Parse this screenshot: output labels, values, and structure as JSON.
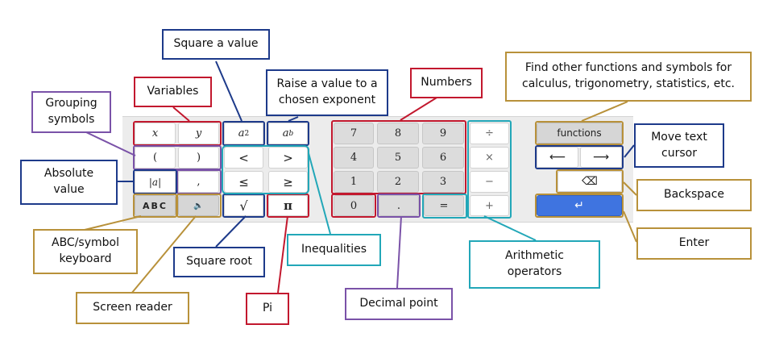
{
  "keys": {
    "x": "x",
    "y": "y",
    "a_sq": "a",
    "a_sq_sup": "2",
    "a_b": "a",
    "a_b_sup": "b",
    "open_paren": "(",
    "close_paren": ")",
    "abs": "|a|",
    "comma": ",",
    "abc": "ABC",
    "speaker": "🔈",
    "sqrt": "√",
    "pi": "π",
    "lt": "<",
    "gt": ">",
    "le": "≤",
    "ge": "≥",
    "n7": "7",
    "n8": "8",
    "n9": "9",
    "n4": "4",
    "n5": "5",
    "n6": "6",
    "n1": "1",
    "n2": "2",
    "n3": "3",
    "n0": "0",
    "dot": ".",
    "eq": "=",
    "div": "÷",
    "mul": "×",
    "minus": "−",
    "plus": "+",
    "functions": "functions",
    "left_arrow": "⟵",
    "right_arrow": "⟶",
    "backspace": "⌫",
    "enter": "↵"
  },
  "labels": {
    "square_a_value": "Square a value",
    "variables": "Variables",
    "raise_exponent": "Raise a value to a\nchosen exponent",
    "numbers": "Numbers",
    "find_functions": "Find other functions and symbols for\ncalculus, trigonometry, statistics, etc.",
    "grouping_symbols": "Grouping\nsymbols",
    "move_cursor": "Move text\ncursor",
    "absolute_value": "Absolute\nvalue",
    "backspace": "Backspace",
    "enter": "Enter",
    "abc_keyboard": "ABC/symbol\nkeyboard",
    "inequalities": "Inequalities",
    "square_root": "Square root",
    "arithmetic_operators": "Arithmetic\noperators",
    "screen_reader": "Screen reader",
    "pi": "Pi",
    "decimal_point": "Decimal point"
  },
  "colors": {
    "red": "#c2182e",
    "navy": "#1d3a8a",
    "purple": "#7a52a8",
    "gold": "#b8913a",
    "teal": "#22a7b8",
    "enter_blue": "#3f74e0"
  }
}
